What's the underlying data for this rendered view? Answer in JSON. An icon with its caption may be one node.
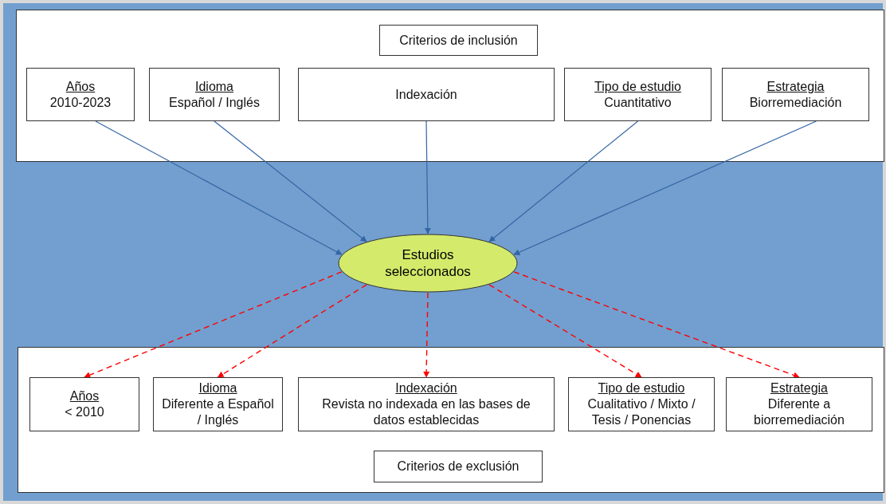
{
  "diagram": {
    "nodes": [
      {
        "text": [],
        "shape": "box"
      },
      {
        "text": [
          "Criterios de inclusión"
        ],
        "in": 0
      },
      {
        "text": [
          "Años",
          "2010-2023"
        ],
        "in": 0
      },
      {
        "text": [
          "Idioma",
          "Español / Inglés"
        ],
        "in": 0
      },
      {
        "text": [
          "Indexación"
        ],
        "in": 0
      },
      {
        "text": [
          "Tipo de estudio",
          "Cuantitativo"
        ],
        "in": 0
      },
      {
        "text": [
          "Estrategia",
          "Biorremediación"
        ],
        "in": 0
      },
      {
        "text": [
          "Estudios seleccionados"
        ]
      },
      {
        "text": [],
        "shape": "box"
      },
      {
        "text": [
          "Años",
          "< 2010"
        ],
        "in": 8
      },
      {
        "text": [
          "Idioma",
          "Diferente a Español / Inglés"
        ],
        "in": 8
      },
      {
        "text": [
          "Indexación",
          "Revista no indexada en las bases de datos establecidas"
        ],
        "in": 8
      },
      {
        "text": [
          "Tipo de estudio",
          "Cualitativo / Mixto / Tesis / Ponencias"
        ],
        "in": 8
      },
      {
        "text": [
          "Estrategia",
          "Diferente a biorremediación"
        ],
        "in": 8
      },
      {
        "text": [
          "Criterios de exclusión"
        ],
        "in": 8
      }
    ],
    "edges": [
      {
        "from": 2,
        "to": 7,
        "arrow": "to"
      },
      {
        "from": 3,
        "to": 7,
        "arrow": "to"
      },
      {
        "from": 4,
        "to": 7,
        "arrow": "to"
      },
      {
        "from": 5,
        "to": 7,
        "arrow": "to"
      },
      {
        "from": 6,
        "to": 7,
        "arrow": "to"
      },
      {
        "from": 7,
        "to": 9,
        "arrow": "to",
        "style": "dashed",
        "color": "#ff0000"
      },
      {
        "from": 7,
        "to": 10,
        "arrow": "to",
        "style": "dashed",
        "color": "#ff0000"
      },
      {
        "from": 7,
        "to": 11,
        "arrow": "to",
        "style": "dashed",
        "color": "#ff0000"
      },
      {
        "from": 7,
        "to": 12,
        "arrow": "to",
        "style": "dashed",
        "color": "#ff0000"
      },
      {
        "from": 7,
        "to": 13,
        "arrow": "to",
        "style": "dashed",
        "color": "#ff0000"
      }
    ]
  }
}
